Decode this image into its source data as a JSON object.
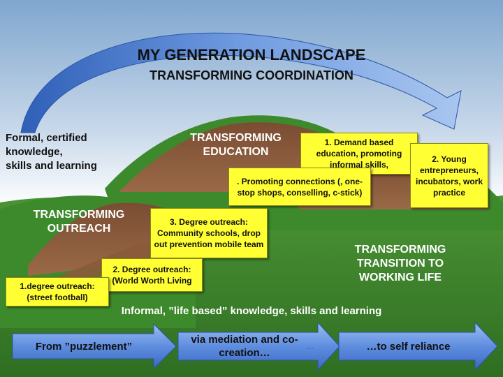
{
  "title": "MY GENERATION LANDSCAPE",
  "subtitle": "TRANSFORMING COORDINATION",
  "formal_label": "Formal, certified\nknowledge,\nskills and learning",
  "hills": {
    "education": "TRANSFORMING\nEDUCATION",
    "outreach": "TRANSFORMING\nOUTREACH",
    "transition": "TRANSFORMING\nTRANSITION TO\nWORKING LIFE"
  },
  "boxes": {
    "demand": "1. Demand based education, promoting informal skills,",
    "young": "2. Young entrepreneurs, incubators, work practice",
    "connections": ". Promoting connections (, one-stop shops, conselling, c-stick)",
    "degree3": "3. Degree outreach: Community schools, drop out prevention mobile team",
    "degree2": "2. Degree outreach: (World Worth Living",
    "degree1": "1.degree outreach: (street football)"
  },
  "informal_label": "Informal, ”life based” knowledge, skills and learning",
  "arrows": {
    "left": "From ”puzzlement”",
    "middle": "via mediation and co-creation…",
    "middle_ellipsis": "…",
    "right": "…to self reliance"
  },
  "colors": {
    "sky_top": "#7fa6cf",
    "sky_bottom": "#ffffff",
    "grass": "#3f8a2e",
    "hill_brown": "#8a5a3b",
    "note_yellow": "#ffff33",
    "arrow_blue": "#3f6fc4"
  },
  "icons": [
    "curved-arrow-icon",
    "block-arrow-icon"
  ]
}
